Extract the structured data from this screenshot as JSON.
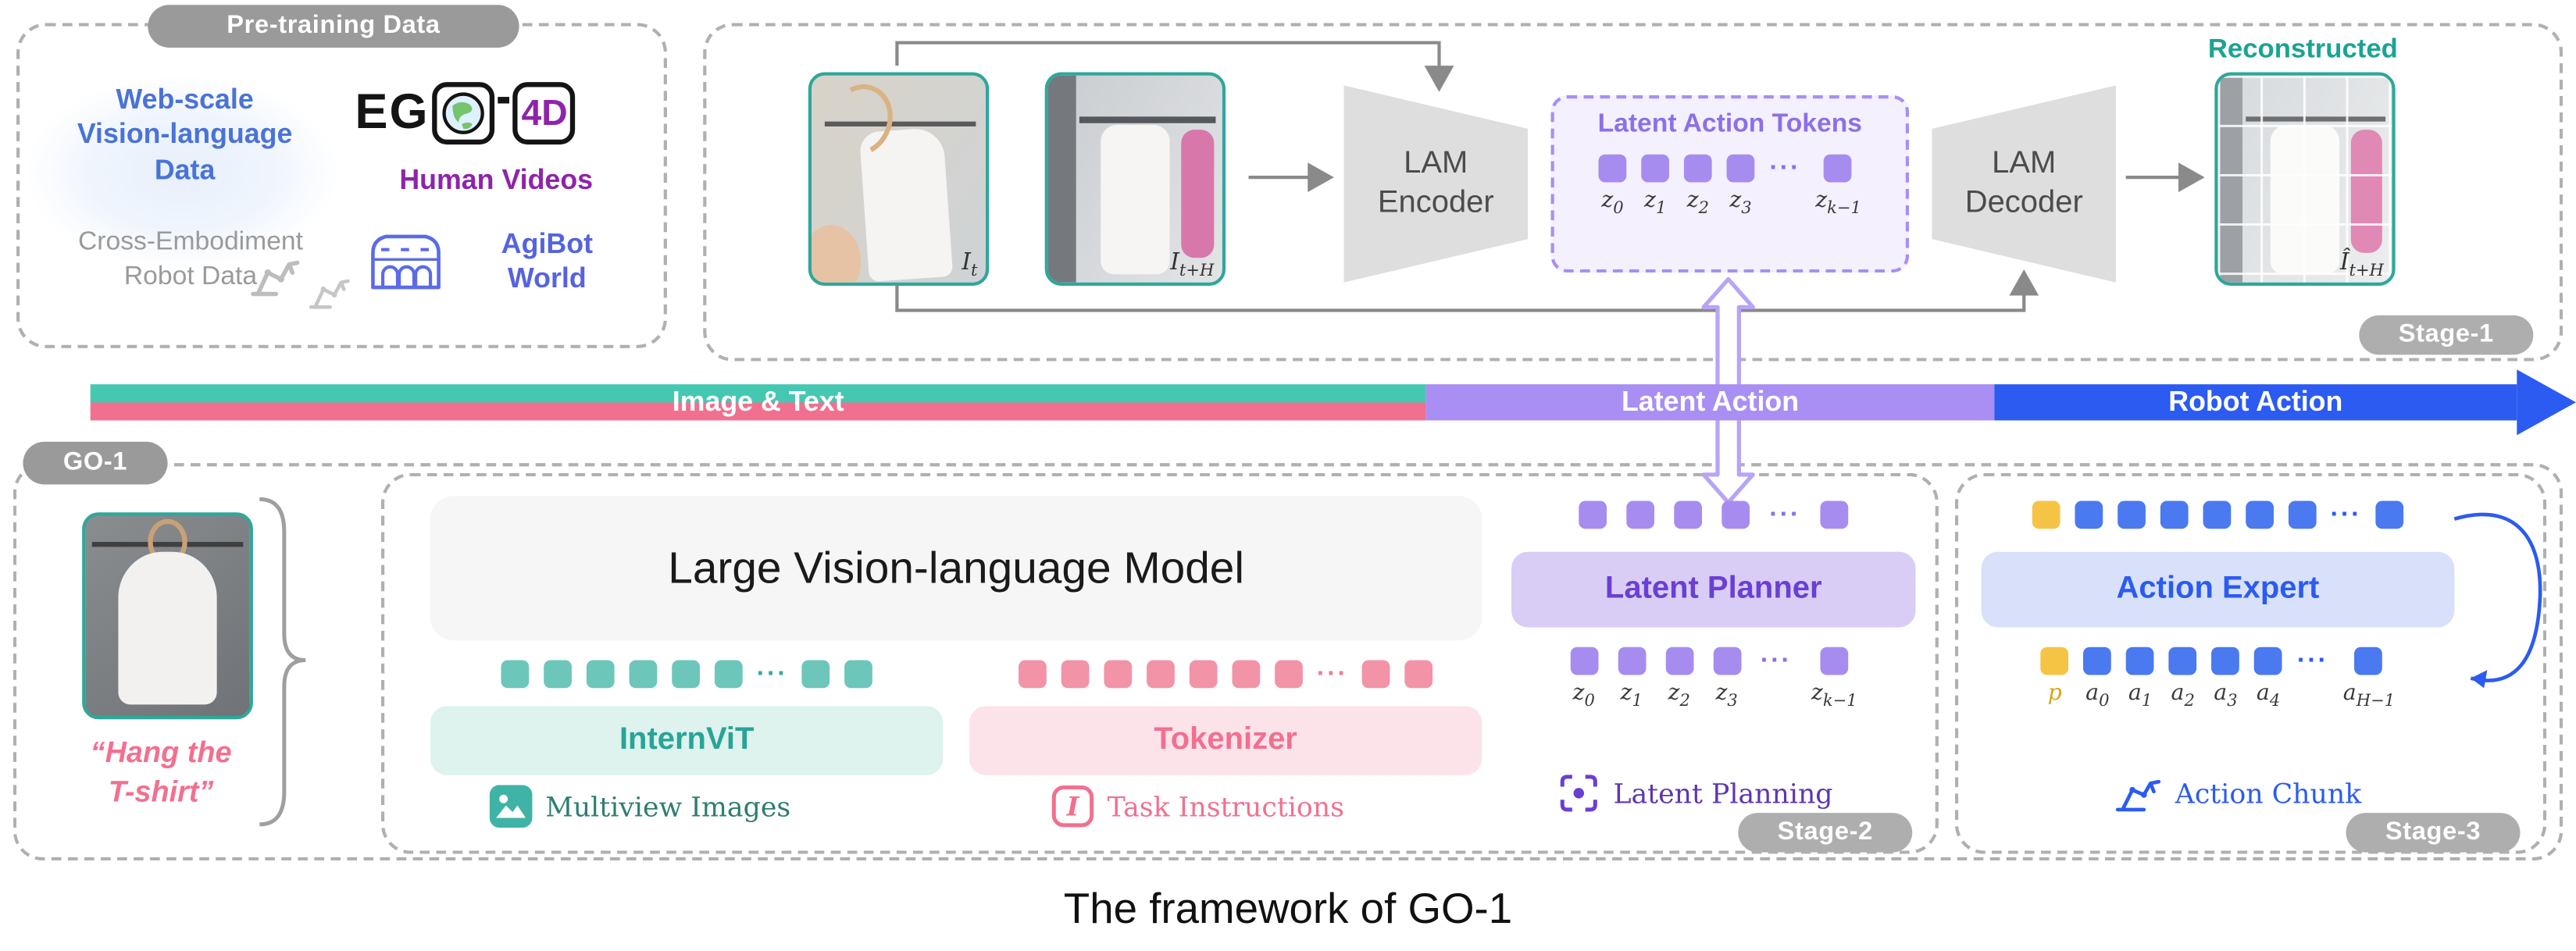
{
  "pretraining": {
    "label": "Pre-training Data",
    "web_scale": "Web-scale\nVision-language\nData",
    "ego_left": "EG",
    "ego_right": "4D",
    "human_videos": "Human Videos",
    "cross_embodiment": "Cross-Embodiment\nRobot Data",
    "agibot": "AgiBot\nWorld"
  },
  "stage1": {
    "pill": "Stage-1",
    "frame_t": "I_t",
    "frame_th": "I_t+H",
    "encoder": "LAM\nEncoder",
    "decoder": "LAM\nDecoder",
    "tokens_title": "Latent Action Tokens",
    "tokens_cells": [
      "u:z_0",
      "u:z_1",
      "u:z_2",
      "u:z_3",
      "d",
      "u:z_k−1"
    ],
    "reconstructed": "Reconstructed",
    "frame_recon": "Î_t+H"
  },
  "bar": {
    "image_text": "Image & Text",
    "latent_action": "Latent Action",
    "robot_action": "Robot Action"
  },
  "go1": {
    "pill": "GO-1",
    "instruction": "“Hang the\nT-shirt”",
    "vlm": "Large Vision-language Model",
    "vit_cells": [
      "t",
      "t",
      "t",
      "t",
      "t",
      "t",
      "d",
      "t",
      "t"
    ],
    "tok_cells": [
      "p",
      "p",
      "p",
      "p",
      "p",
      "p",
      "p",
      "d",
      "p",
      "p"
    ],
    "internvit": "InternViT",
    "tokenizer": "Tokenizer",
    "multiview": "Multiview Images",
    "task_instructions": "Task Instructions",
    "planner": {
      "top_cells": [
        "u",
        "u",
        "u",
        "u",
        "d",
        "u"
      ],
      "title": "Latent Planner",
      "bottom_cells": [
        "u:z_0",
        "u:z_1",
        "u:z_2",
        "u:z_3",
        "d",
        "u:z_k−1"
      ],
      "caption": "Latent Planning",
      "pill": "Stage-2"
    },
    "expert": {
      "top_cells": [
        "y",
        "b",
        "b",
        "b",
        "b",
        "b",
        "b",
        "d",
        "b"
      ],
      "title": "Action Expert",
      "bottom_cells": [
        "y:p",
        "b:a_0",
        "b:a_1",
        "b:a_2",
        "b:a_3",
        "b:a_4",
        "d",
        "b:a_H−1"
      ],
      "caption": "Action Chunk",
      "pill": "Stage-3"
    }
  },
  "caption": "The framework of GO-1",
  "colors": {
    "teal": "#2fa79a",
    "pink": "#f2708f",
    "purple": "#8d6fe8",
    "blue": "#2b5bf0",
    "yellow": "#f6c445",
    "gray_pill": "#9a9a9a"
  }
}
